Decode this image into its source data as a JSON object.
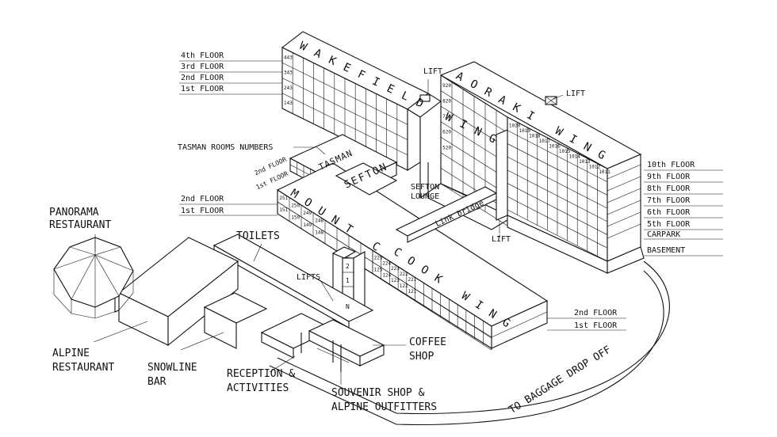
{
  "floor_labels_left": {
    "wakefield_4": "4th FLOOR",
    "wakefield_3": "3rd FLOOR",
    "wakefield_2": "2nd FLOOR",
    "wakefield_1": "1st FLOOR",
    "mount_2": "2nd FLOOR",
    "mount_1": "1st FLOOR"
  },
  "floor_labels_right": {
    "f10": "10th FLOOR",
    "f9": "9th FLOOR",
    "f8": "8th FLOOR",
    "f7": "7th FLOOR",
    "f6": "6th FLOOR",
    "f5": "5th FLOOR",
    "carpark": "CARPARK",
    "basement": "BASEMENT"
  },
  "cook_floors": {
    "f2": "2nd FLOOR",
    "f1": "1st FLOOR"
  },
  "tasman": {
    "rooms_label": "TASMAN ROOMS NUMBERS",
    "f2": "2nd FLOOR",
    "f1": "1st FLOOR",
    "name": "TASMAN"
  },
  "wings": {
    "wakefield": "WAKEFIELD WING",
    "aoraki": "AORAKI WING",
    "mount": "MOUNT C",
    "cook": "COOK WING",
    "sefton": "SEFTON"
  },
  "places": {
    "lift_a": "LIFT",
    "lift_b": "LIFT",
    "lift_c": "LIFT",
    "lifts": "LIFTS",
    "sefton_lounge": [
      "SEFTON",
      "LOUNGE"
    ],
    "link_bridge": "Link bridge",
    "panorama": [
      "PANORAMA",
      "RESTAURANT"
    ],
    "toilets": "TOILETS",
    "alpine": [
      "ALPINE",
      "RESTAURANT"
    ],
    "snowline": [
      "SNOWLINE",
      "BAR"
    ],
    "reception": [
      "RECEPTION &",
      "ACTIVITIES"
    ],
    "coffee": [
      "COFFEE",
      "SHOP"
    ],
    "souvenir": [
      "SOUVENIR SHOP &",
      "ALPINE OUTFITTERS"
    ],
    "baggage": "TO BAGGAGE DROP OFF"
  },
  "lift_stack": [
    "2",
    "1",
    "N"
  ],
  "room_numbers": {
    "aoraki_top_row": [
      "1020",
      "1019",
      "1018",
      "1017",
      "1016",
      "1015",
      "1014",
      "1013",
      "1012",
      "1011"
    ],
    "aoraki_left_col": [
      "920",
      "820",
      "720",
      "620",
      "520"
    ],
    "wakefield_left_col": [
      "443",
      "343",
      "243",
      "143"
    ],
    "mount_row_2": [
      "251",
      "250",
      "249",
      "248"
    ],
    "mount_row_1": [
      "151",
      "150",
      "149",
      "148"
    ],
    "cook_row_2": [
      "225",
      "224",
      "223",
      "222",
      "221"
    ],
    "cook_row_1": [
      "125",
      "124",
      "123",
      "122",
      "121"
    ]
  }
}
